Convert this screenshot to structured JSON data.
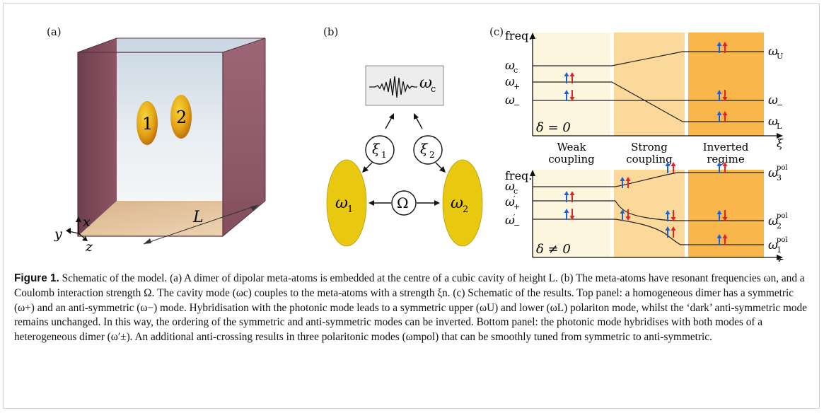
{
  "panels": {
    "a": {
      "label": "(a)",
      "meta_atom_1": "1",
      "meta_atom_2": "2",
      "axis_x": "x",
      "axis_y": "y",
      "axis_z": "z",
      "length_label": "L"
    },
    "b": {
      "label": "(b)",
      "cavity_mode": "ω",
      "cavity_mode_sub": "c",
      "coupling_1": "ξ",
      "coupling_1_sub": "1",
      "coupling_2": "ξ",
      "coupling_2_sub": "2",
      "coulomb": "Ω",
      "omega_1": "ω",
      "omega_1_sub": "1",
      "omega_2": "ω",
      "omega_2_sub": "2"
    },
    "c": {
      "label": "(c)",
      "top_ylabel": "freq.",
      "bottom_ylabel": "freq.",
      "xi_label": "ξ",
      "regimes": [
        "Weak",
        "Strong",
        "Inverted"
      ],
      "regimes_line2": [
        "coupling",
        "coupling",
        "regime"
      ],
      "top_left_levels": [
        {
          "sym": "ω",
          "sub": "c"
        },
        {
          "sym": "ω",
          "sub": "+"
        },
        {
          "sym": "ω",
          "sub": "−"
        }
      ],
      "top_right_levels": [
        {
          "sym": "ω",
          "sub": "U"
        },
        {
          "sym": "ω",
          "sub": "−"
        },
        {
          "sym": "ω",
          "sub": "L"
        }
      ],
      "top_delta": "δ = 0",
      "bottom_left_levels": [
        {
          "sym": "ω",
          "sub": "c",
          "prime": ""
        },
        {
          "sym": "ω",
          "sub": "+",
          "prime": "′"
        },
        {
          "sym": "ω",
          "sub": "−",
          "prime": "′"
        }
      ],
      "bottom_right_levels": [
        {
          "sym": "ω",
          "sub": "3",
          "sup": "pol"
        },
        {
          "sym": "ω",
          "sub": "2",
          "sup": "pol"
        },
        {
          "sym": "ω",
          "sub": "1",
          "sup": "pol"
        }
      ],
      "bottom_delta": "δ ≠ 0"
    }
  },
  "colors": {
    "weak_bg": "#fdf6de",
    "strong_bg": "#fbd99a",
    "inverted_bg": "#f9b64a",
    "spin_up": "#1f5fd9",
    "spin_red": "#e8202a",
    "ellipse": "#e9c90f"
  },
  "caption": {
    "head": "Figure 1.",
    "body": "Schematic of the model. (a) A dimer of dipolar meta-atoms is embedded at the centre of a cubic cavity of height L. (b) The meta-atoms have resonant frequencies ωn, and a Coulomb interaction strength Ω. The cavity mode (ωc) couples to the meta-atoms with a strength ξn. (c) Schematic of the results. Top panel: a homogeneous dimer has a symmetric (ω+) and an anti-symmetric (ω−) mode. Hybridisation with the photonic mode leads to a symmetric upper (ωU) and lower (ωL) polariton mode, whilst the ‘dark’ anti-symmetric mode remains unchanged. In this way, the ordering of the symmetric and anti-symmetric modes can be inverted. Bottom panel: the photonic mode hybridises with both modes of a heterogeneous dimer (ω′±). An additional anti-crossing results in three polaritonic modes (ωmpol) that can be smoothly tuned from symmetric to anti-symmetric."
  }
}
